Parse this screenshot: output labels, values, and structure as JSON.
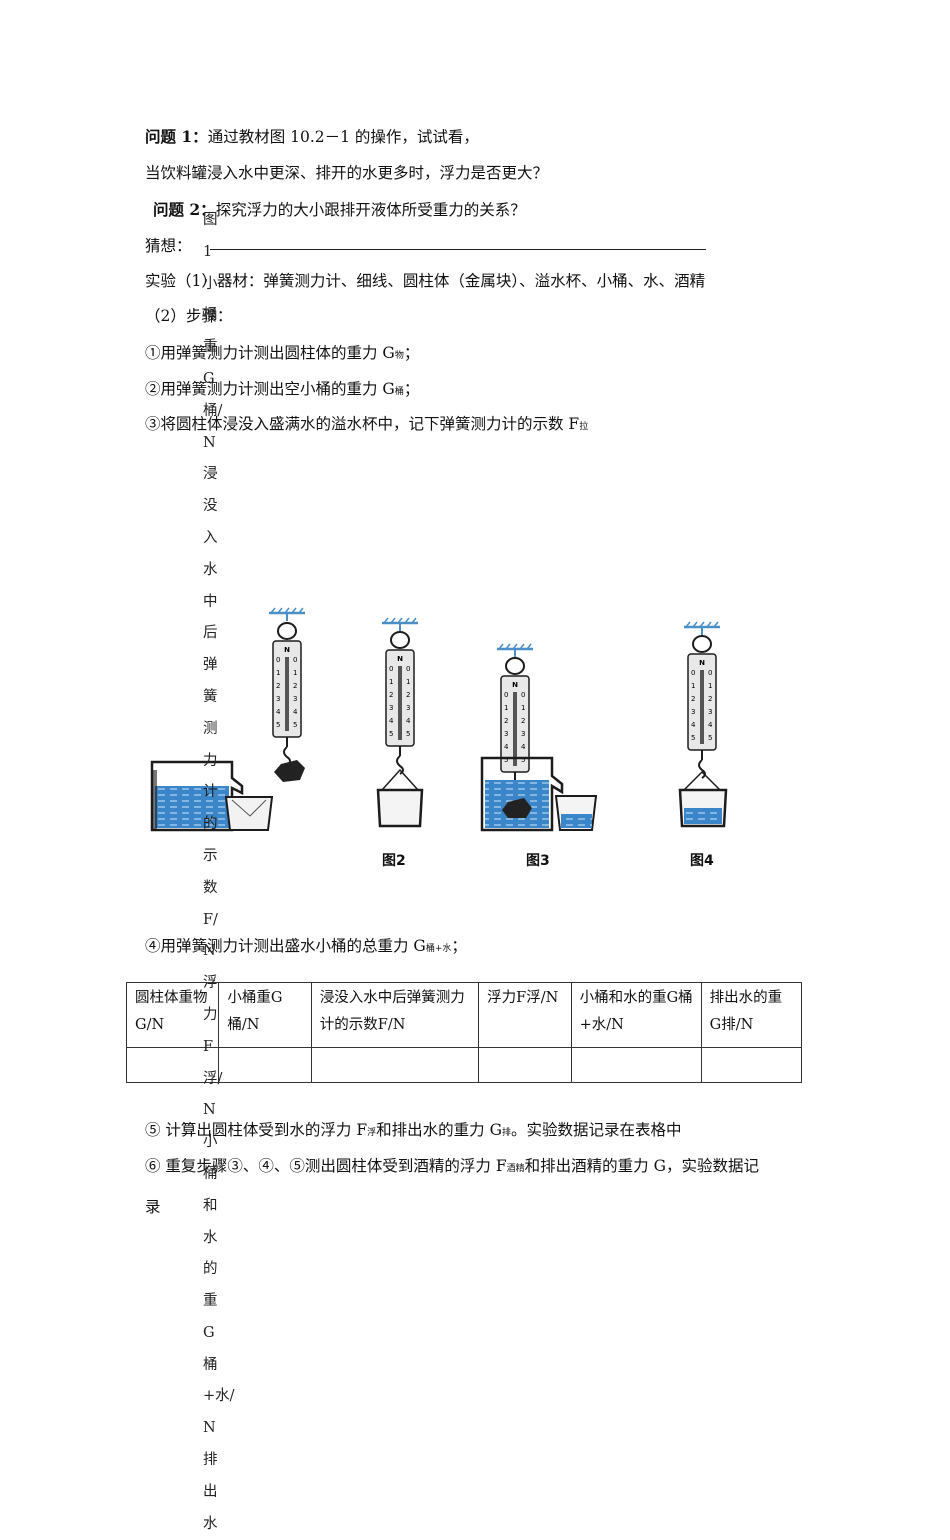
{
  "q1": {
    "label": "问题 1：",
    "text": "通过教材图 10.2－1 的操作，试试看，",
    "text2": "当饮料罐浸入水中更深、排开的水更多时，浮力是否更大？"
  },
  "q2": {
    "label": "问题 2：",
    "text": "探究浮力的大小跟排开液体所受重力的关系？"
  },
  "guess": {
    "label": "猜想："
  },
  "exp": {
    "line1": "实验（1）器材：弹簧测力计、细线、圆柱体（金属块）、溢水杯、小桶、水、酒精",
    "line2": "（2）步骤："
  },
  "steps": {
    "s1": "①用弹簧测力计测出圆柱体的重力 G",
    "s1sub": "物",
    "s2": "②用弹簧测力计测出空小桶的重力 G",
    "s2sub": "桶",
    "s3": "③将圆柱体浸没入盛满水的溢水杯中，记下弹簧测力计的示数 F",
    "s3sub": "拉",
    "s4": "④用弹簧测力计测出盛水小桶的总重力 G",
    "s4sub": "桶+水",
    "s5a": "⑤ 计算出圆柱体受到水的浮力 F",
    "s5sub1": "浮",
    "s5b": "和排出水的重力 G",
    "s5sub2": "排",
    "s5c": "。实验数据记录在表格中",
    "s6a": "⑥ 重复步骤③、④、⑤测出圆柱体受到酒精的浮力 F",
    "s6sub1": "酒精",
    "s6b": "和排出酒精的重力 G，实验数据记",
    "s6c": "录"
  },
  "overlay_text": "图 1小桶重 G桶/N浸没入水中后弹簧测力计的示数F/N浮力F浮/N小桶和水的重G桶+水/N排出水",
  "figures": {
    "fig2": "图2",
    "fig3": "图3",
    "fig4": "图4"
  },
  "table": {
    "headers": [
      "圆柱体重物G/N",
      "小桶重G桶/N",
      "浸没入水中后弹簧测力计的示数F/N",
      "浮力F浮/N",
      "小桶和水的重G桶+水/N",
      "排出水的重G排/N"
    ]
  },
  "scale": {
    "unit": "N",
    "ticks": [
      "0",
      "1",
      "2",
      "3",
      "4",
      "5"
    ]
  },
  "colors": {
    "water": "#3a86c8",
    "hanger": "#4a90c8",
    "frame": "#1c1c1c"
  }
}
